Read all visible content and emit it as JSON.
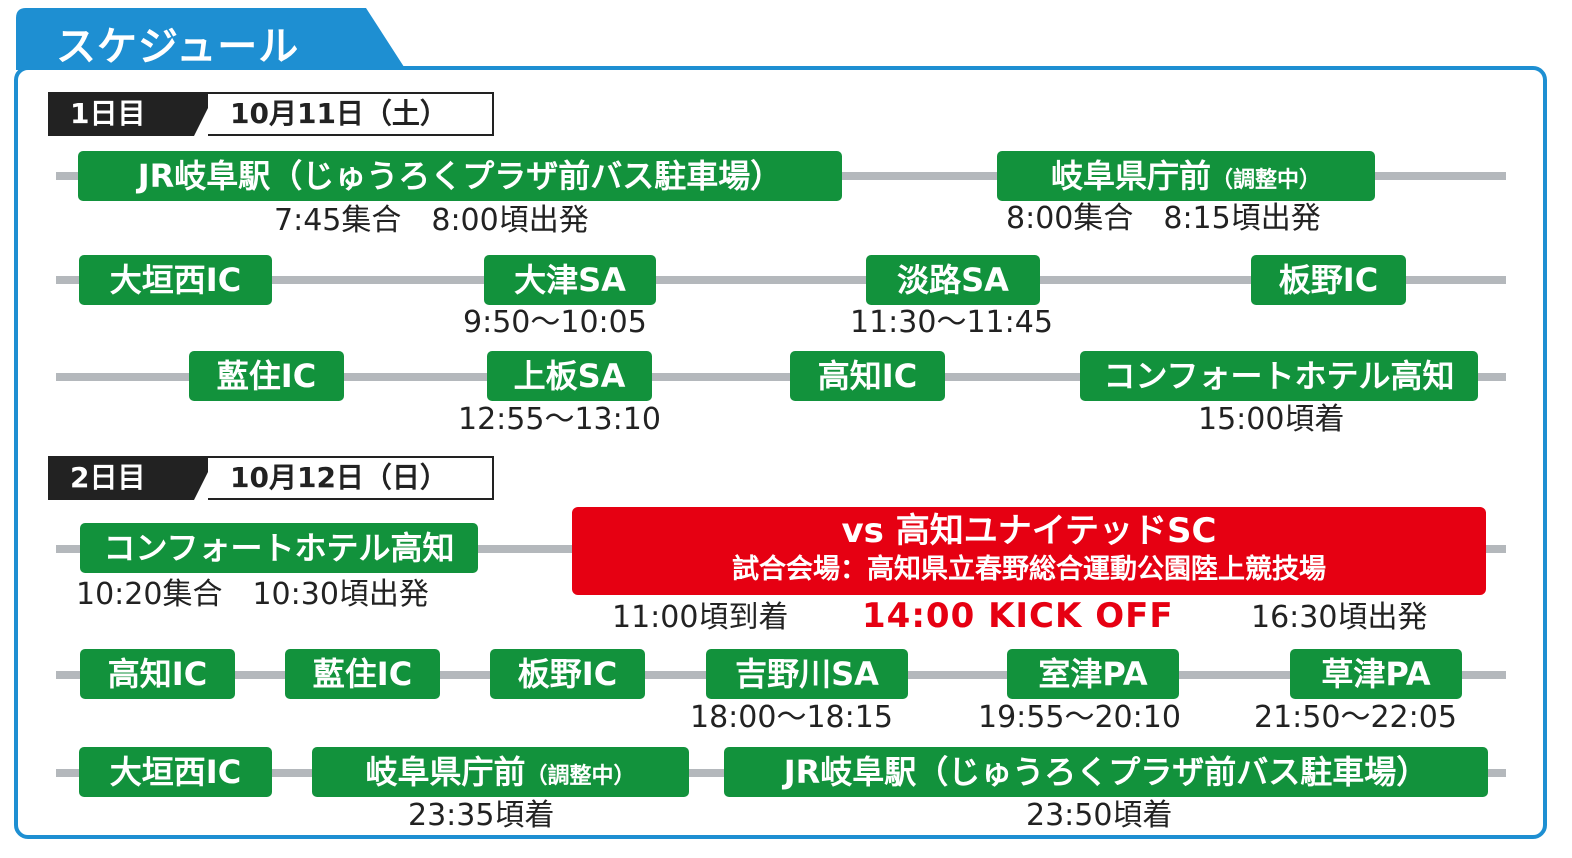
{
  "section_title": "スケジュール",
  "colors": {
    "frame": "#1e8fd2",
    "stop": "#12923c",
    "match": "#e60012",
    "line": "#b4b8bc"
  },
  "day1": {
    "label": "1日目",
    "date": "10月11日（土）",
    "stops": {
      "gifu_station": "JR岐阜駅（じゅうろくプラザ前バス駐車場）",
      "gifu_pref": "岐阜県庁前",
      "gifu_pref_note": "（調整中）",
      "ogakinishi": "大垣西IC",
      "otsu": "大津SA",
      "awaji": "淡路SA",
      "itano": "板野IC",
      "aizumi": "藍住IC",
      "kamiita": "上板SA",
      "kochi_ic": "高知IC",
      "hotel": "コンフォートホテル高知"
    },
    "times": {
      "gifu_station": "7:45集合　8:00頃出発",
      "gifu_pref": "8:00集合　8:15頃出発",
      "otsu": "9:50～10:05",
      "awaji": "11:30～11:45",
      "kamiita": "12:55～13:10",
      "hotel": "15:00頃着"
    }
  },
  "day2": {
    "label": "2日目",
    "date": "10月12日（日）",
    "stops": {
      "hotel": "コンフォートホテル高知",
      "kochi_ic": "高知IC",
      "aizumi": "藍住IC",
      "itano": "板野IC",
      "yoshinogawa": "吉野川SA",
      "muroto": "室津PA",
      "kusatsu": "草津PA",
      "ogakinishi": "大垣西IC",
      "gifu_pref": "岐阜県庁前",
      "gifu_pref_note": "（調整中）",
      "gifu_station": "JR岐阜駅（じゅうろくプラザ前バス駐車場）"
    },
    "match": {
      "title": "vs 高知ユナイテッドSC",
      "venue": "試合会場：高知県立春野総合運動公園陸上競技場",
      "arrive": "11:00頃到着",
      "kickoff": "14:00 KICK OFF",
      "depart": "16:30頃出発"
    },
    "times": {
      "hotel": "10:20集合　10:30頃出発",
      "yoshinogawa": "18:00～18:15",
      "muroto": "19:55～20:10",
      "kusatsu": "21:50～22:05",
      "gifu_pref": "23:35頃着",
      "gifu_station": "23:50頃着"
    }
  }
}
